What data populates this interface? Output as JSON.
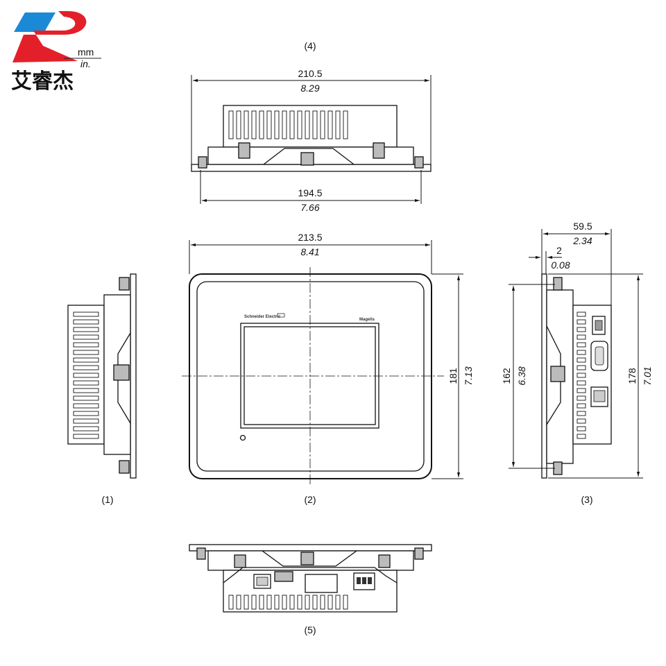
{
  "logo": {
    "text": "艾睿杰",
    "unit_mm": "mm",
    "unit_in": "in.",
    "colors": {
      "red": "#e3202a",
      "blue": "#1b8ad6"
    }
  },
  "views": {
    "left": "(1)",
    "front": "(2)",
    "right": "(3)",
    "top": "(4)",
    "bottom": "(5)"
  },
  "top_view": {
    "overall_width_mm": "210.5",
    "overall_width_in": "8.29",
    "body_width_mm": "194.5",
    "body_width_in": "7.66"
  },
  "front_view": {
    "width_mm": "213.5",
    "width_in": "8.41",
    "height_mm": "181",
    "height_in": "7.13",
    "brand": "Schneider Electric",
    "model": "Magelis"
  },
  "right_view": {
    "depth_mm": "59.5",
    "depth_in": "2.34",
    "bezel_mm": "2",
    "bezel_in": "0.08",
    "inner_height_mm": "162",
    "inner_height_in": "6.38",
    "outer_height_mm": "178",
    "outer_height_in": "7.01"
  }
}
